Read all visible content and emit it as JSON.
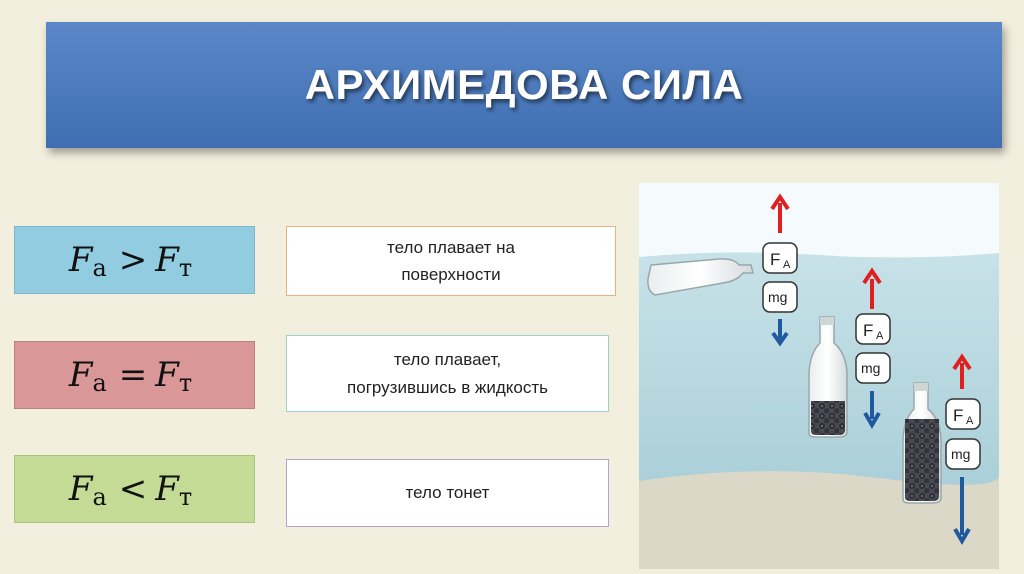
{
  "title": "АРХИМЕДОВА СИЛА",
  "rows": [
    {
      "lhs": "F",
      "lhs_sub": "а",
      "op": ">",
      "rhs": "F",
      "rhs_sub": "т",
      "description_line1": "тело плавает на",
      "description_line2": "поверхности"
    },
    {
      "lhs": "F",
      "lhs_sub": "а",
      "op": "=",
      "rhs": "F",
      "rhs_sub": "т",
      "description_line1": "тело плавает,",
      "description_line2": "погрузившись в жидкость"
    },
    {
      "lhs": "F",
      "lhs_sub": "а",
      "op": "<",
      "rhs": "F",
      "rhs_sub": "т",
      "description_line1": "тело тонет",
      "description_line2": ""
    }
  ],
  "diagram": {
    "buoyant_label": "F",
    "buoyant_sub": "A",
    "gravity_label": "mg",
    "colors": {
      "buoyant_arrow": "#e02020",
      "gravity_arrow": "#1f5aa0",
      "water": "#b9d9e0",
      "sky": "#f5fafc",
      "sand": "#dcd8c7"
    }
  }
}
